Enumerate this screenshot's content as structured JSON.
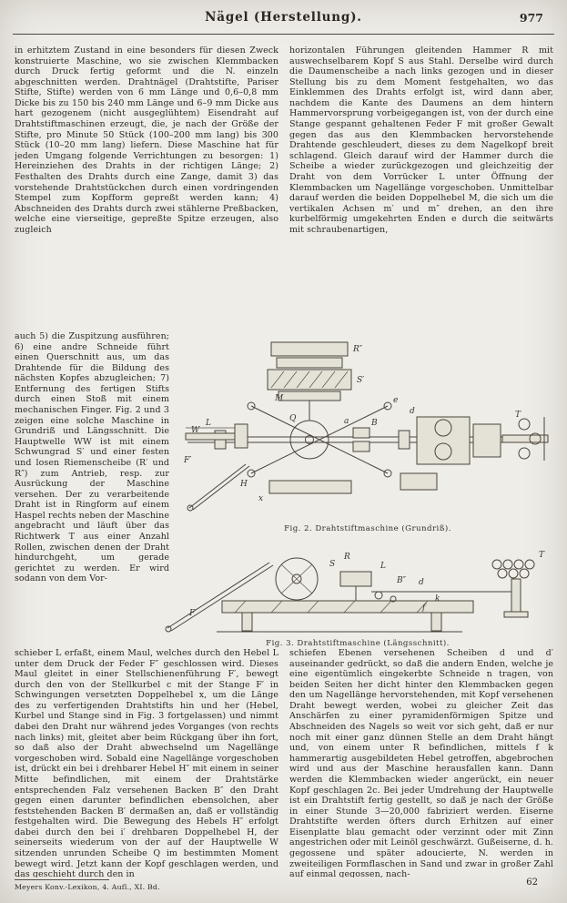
{
  "header": {
    "title": "Nägel (Herstellung).",
    "page_number": "977"
  },
  "body": {
    "left_top": "in erhitztem Zustand in eine besonders für diesen Zweck konstruierte Maschine, wo sie zwischen Klemmbacken durch Druck fertig geformt und die N. einzeln abgeschnitten werden. Drahtnägel (Drahtstifte, Pariser Stifte, Stifte) werden von 6 mm Länge und 0,6–0,8 mm Dicke bis zu 150 bis 240 mm Länge und 6–9 mm Dicke aus hart gezogenem (nicht ausgeglühtem) Eisendraht auf Drahtstiftmaschinen erzeugt, die, je nach der Größe der Stifte, pro Minute 50 Stück (100–200 mm lang) bis 300 Stück (10–20 mm lang) liefern. Diese Maschine hat für jeden Umgang folgende Verrichtungen zu besorgen: 1) Hereinziehen des Drahts in der richtigen Länge; 2) Festhalten des Drahts durch eine Zange, damit 3) das vorstehende Drahtstückchen durch einen vordringenden Stempel zum Kopfform gepreßt werden kann; 4) Abschneiden des Drahts durch zwei stählerne Preßbacken, welche eine vierseitige, gepreßte Spitze erzeugen, also zugleich",
    "left_narrow": "auch 5) die Zuspitzung ausführen; 6) eine andre Schneide führt einen Querschnitt aus, um das Drahtende für die Bildung des nächsten Kopfes abzugleichen; 7) Entfernung des fertigen Stifts durch einen Stoß mit einem mechanischen Finger. Fig. 2 und 3 zeigen eine solche Maschine in Grundriß und Längsschnitt. Die Hauptwelle WW ist mit einem Schwungrad S′ und einer festen und losen Riemenscheibe (R′ und R″) zum Antrieb, resp. zur Ausrückung der Maschine versehen. Der zu verarbeitende Draht ist in Ringform auf einem Haspel rechts neben der Maschine angebracht und läuft über das Richtwerk T aus einer Anzahl Rollen, zwischen denen der Draht hindurchgeht, um gerade gerichtet zu werden. Er wird sodann von dem Vor-",
    "left_bottom": "schieber L erfaßt, einem Maul, welches durch den Hebel L unter dem Druck der Feder F″ geschlossen wird. Dieses Maul gleitet in einer Stellschienenführung F′, bewegt durch den von der Stellkurbel c mit der Stange F′ in Schwingungen versetzten Doppelhebel x, um die Länge des zu verfertigenden Drahtstifts hin und her (Hebel, Kurbel und Stange sind in Fig. 3 fortgelassen) und nimmt dabei den Draht nur während jedes Vorganges (von rechts nach links) mit, gleitet aber beim Rückgang über ihn fort, so daß also der Draht abwechselnd um Nagellänge vorgeschoben wird. Sobald eine Nagellänge vorgeschoben ist, drückt ein bei i drehbarer Hebel H″ mit einem in seiner Mitte befindlichen, mit einem der Drahtstärke entsprechenden Falz versehenen Backen B″ den Draht gegen einen darunter befindlichen ebensolchen, aber feststehenden Backen B′ dermaßen an, daß er vollständig festgehalten wird. Die Bewegung des Hebels H″ erfolgt dabei durch den bei i′ drehbaren Doppelhebel H, der seinerseits wiederum von der auf der Hauptwelle W sitzenden unrunden Scheibe Q im bestimmten Moment bewegt wird. Jetzt kann der Kopf geschlagen werden, und das geschieht durch den in",
    "right_top": "horizontalen Führungen gleitenden Hammer R mit auswechselbarem Kopf S aus Stahl. Derselbe wird durch die Daumenscheibe a nach links gezogen und in dieser Stellung bis zu dem Moment festgehalten, wo das Einklemmen des Drahts erfolgt ist, wird dann aber, nachdem die Kante des Daumens an dem hintern Hammervorsprung vorbeigegangen ist, von der durch eine Stange gespannt gehaltenen Feder F mit großer Gewalt gegen das aus den Klemmbacken hervorstehende Drahtende geschleudert, dieses zu dem Nagelkopf breit schlagend. Gleich darauf wird der Hammer durch die Scheibe a wieder zurückgezogen und gleichzeitig der Draht von dem Vorrücker L unter Öffnung der Klemmbacken um Nagellänge vorgeschoben. Unmittelbar darauf werden die beiden Doppelhebel M, die sich um die vertikalen Achsen m′ und m″ drehen, an den ihre kurbelförmig umgekehrten Enden e durch die seitwärts mit schraubenartigen,",
    "right_bottom": "schiefen Ebenen versehenen Scheiben d und d′ auseinander gedrückt, so daß die andern Enden, welche je eine eigentümlich eingekerbte Schneide n tragen, von beiden Seiten her dicht hinter den Klemmbacken gegen den um Nagellänge hervorstehenden, mit Kopf versehenen Draht bewegt werden, wobei zu gleicher Zeit das Anschärfen zu einer pyramidenförmigen Spitze und Abschneiden des Nagels so weit vor sich geht, daß er nur noch mit einer ganz dünnen Stelle an dem Draht hängt und, von einem unter R befindlichen, mittels f k hammerartig ausgebildeten Hebel getroffen, abgebrochen wird und aus der Maschine herausfallen kann. Dann werden die Klemmbacken wieder angerückt, ein neuer Kopf geschlagen 2c. Bei jeder Umdrehung der Hauptwelle ist ein Drahtstift fertig gestellt, so daß je nach der Größe in einer Stunde 3—20,000 fabriziert werden. Eiserne Drahtstifte werden öfters durch Erhitzen auf einer Eisenplatte blau gemacht oder verzinnt oder mit Zinn angestrichen oder mit Leinöl geschwärzt. Gußeiserne, d. h. gegossene und später adoucierte, N. werden in zweiteiligen Formflaschen in Sand und zwar in großer Zahl auf einmal gegossen, nach-"
  },
  "figures": [
    {
      "caption": "Fig. 2. Drahtstiftmaschine (Grundriß).",
      "labels": [
        "R″",
        "S′",
        "a",
        "Q",
        "W",
        "H",
        "M",
        "e",
        "d",
        "L",
        "F′",
        "x",
        "T",
        "B"
      ]
    },
    {
      "caption": "Fig. 3. Drahtstiftmaschine (Längsschnitt).",
      "labels": [
        "R",
        "L",
        "S",
        "B″",
        "d",
        "k",
        "f",
        "T",
        "F"
      ]
    }
  ],
  "footer": {
    "imprint": "Meyers Konv.-Lexikon, 4. Aufl., XI. Bd.",
    "signature": "62"
  }
}
